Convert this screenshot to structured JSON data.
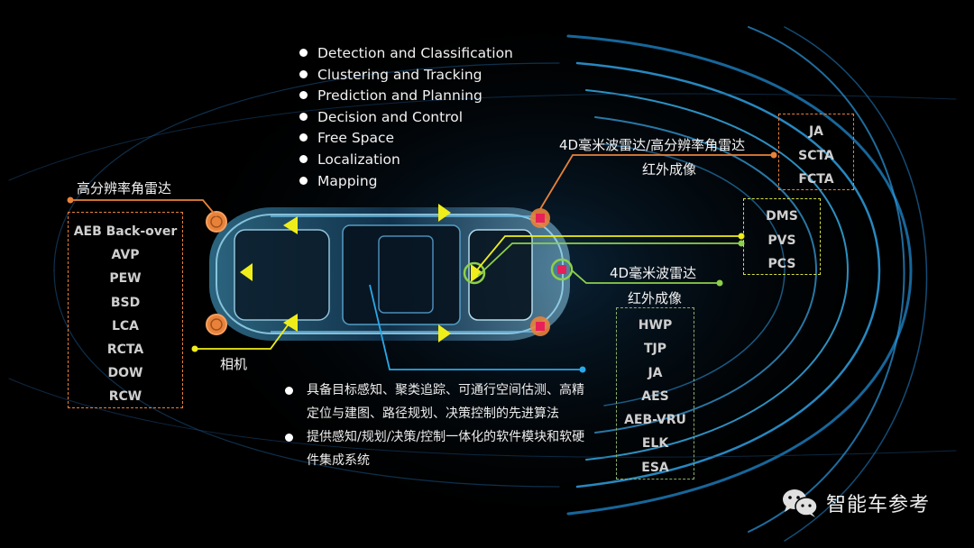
{
  "features": [
    "Detection and Classification",
    "Clustering and Tracking",
    "Prediction and Planning",
    "Decision and Control",
    "Free Space",
    "Localization",
    "Mapping"
  ],
  "sensors": {
    "rear_corner_radar": "高分辨率角雷达",
    "front_radar_line1": "4D毫米波雷达/高分辨率角雷达",
    "front_radar_line2": "红外成像",
    "front_center_line1": "4D毫米波雷达",
    "front_center_line2": "红外成像",
    "camera": "相机"
  },
  "boxes": {
    "rear": [
      "AEB Back-over",
      "AVP",
      "PEW",
      "BSD",
      "LCA",
      "RCTA",
      "DOW",
      "RCW"
    ],
    "front_corner": [
      "JA",
      "SCTA",
      "FCTA"
    ],
    "interior": [
      "DMS",
      "PVS",
      "PCS"
    ],
    "front": [
      "HWP",
      "TJP",
      "JA",
      "AES",
      "AEB-VRU",
      "ELK",
      "ESA"
    ]
  },
  "description": [
    "具备目标感知、聚类追踪、可通行空间估测、高精定位与建图、路径规划、决策控制的先进算法",
    "提供感知/规划/决策/控制一体化的软件模块和软硬件集成系统"
  ],
  "brand": {
    "name": "智能车参考",
    "icon": "wechat-icon"
  },
  "colors": {
    "orange": "#e8823a",
    "yellow": "#f0ee1a",
    "green": "#8cd04a",
    "blue": "#2aa8e8",
    "marker_red": "#e8205a"
  }
}
